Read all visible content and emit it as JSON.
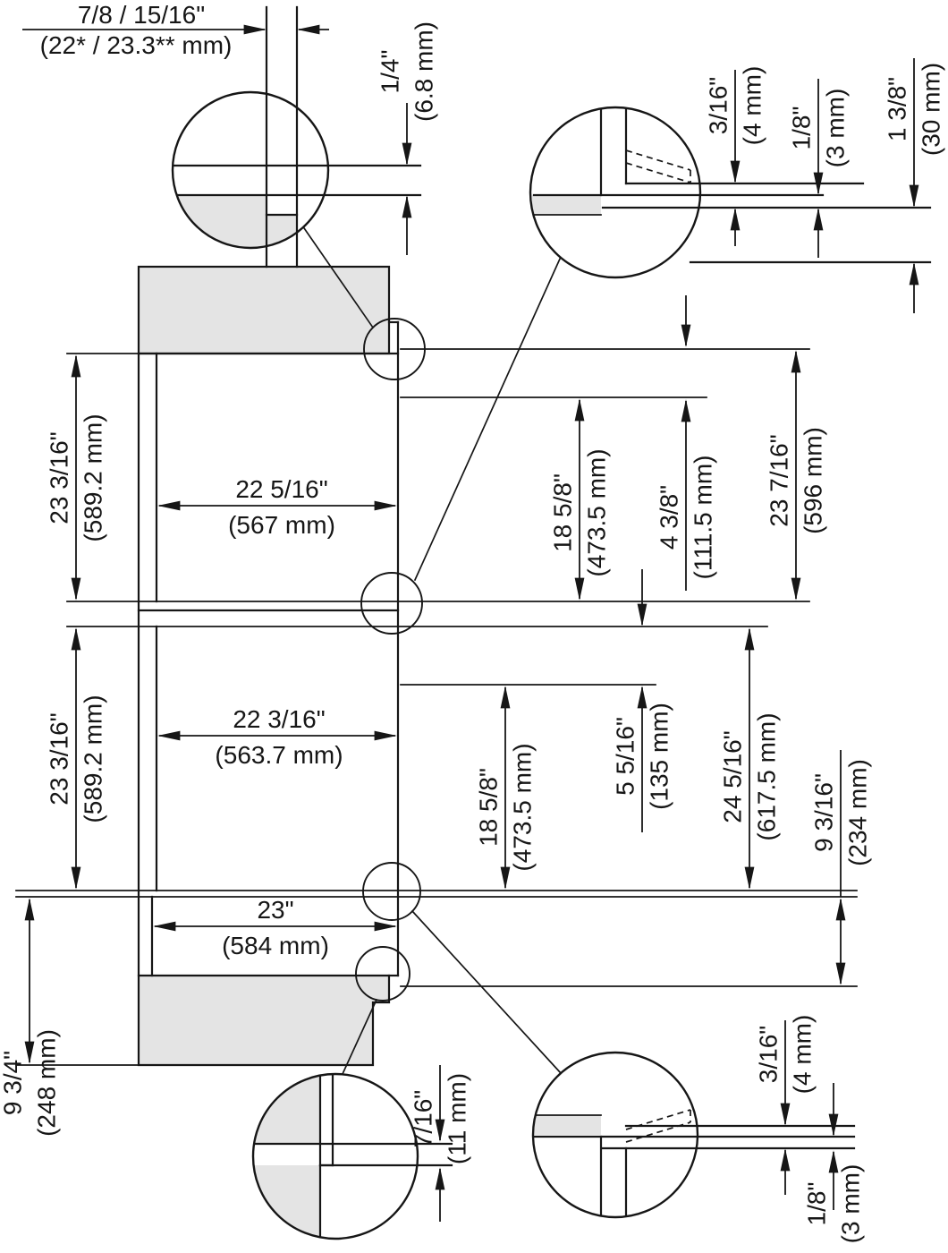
{
  "diagram": {
    "title": "Built-in appliance niche installation drawing",
    "dims": {
      "front_offset": {
        "in": "7/8 / 15/16\"",
        "mm": "(22* / 23.3** mm)"
      },
      "top_gap": {
        "in": "1/4\"",
        "mm": "(6.8 mm)"
      },
      "tr_bracket": {
        "in": "3/16\"",
        "mm": "(4 mm)"
      },
      "tr_panel": {
        "in": "1/8\"",
        "mm": "(3 mm)"
      },
      "tr_clearance": {
        "in": "1 3/8\"",
        "mm": "(30 mm)"
      },
      "upper_niche_height": {
        "in": "23 3/16\"",
        "mm": "(589.2 mm)"
      },
      "upper_niche_width": {
        "in": "22 5/16\"",
        "mm": "(567 mm)"
      },
      "upper_recess_depth": {
        "in": "18 5/8\"",
        "mm": "(473.5 mm)"
      },
      "upper_front_depth": {
        "in": "4 3/8\"",
        "mm": "(111.5 mm)"
      },
      "upper_total_depth": {
        "in": "23 7/16\"",
        "mm": "(596 mm)"
      },
      "lower_niche_height": {
        "in": "23 3/16\"",
        "mm": "(589.2 mm)"
      },
      "lower_niche_width": {
        "in": "22 3/16\"",
        "mm": "(563.7 mm)"
      },
      "lower_recess_depth": {
        "in": "18 5/8\"",
        "mm": "(473.5 mm)"
      },
      "lower_front_depth": {
        "in": "5 5/16\"",
        "mm": "(135 mm)"
      },
      "lower_total_depth": {
        "in": "24 5/16\"",
        "mm": "(617.5 mm)"
      },
      "base_right_height": {
        "in": "9 3/16\"",
        "mm": "(234 mm)"
      },
      "base_width": {
        "in": "23\"",
        "mm": "(584 mm)"
      },
      "plinth_height": {
        "in": "9 3/4\"",
        "mm": "(248 mm)"
      },
      "bottom_overhang": {
        "in": "7/16\"",
        "mm": "(11 mm)"
      },
      "br_bracket": {
        "in": "3/16\"",
        "mm": "(4 mm)"
      },
      "br_panel": {
        "in": "1/8\"",
        "mm": "(3 mm)"
      }
    }
  }
}
